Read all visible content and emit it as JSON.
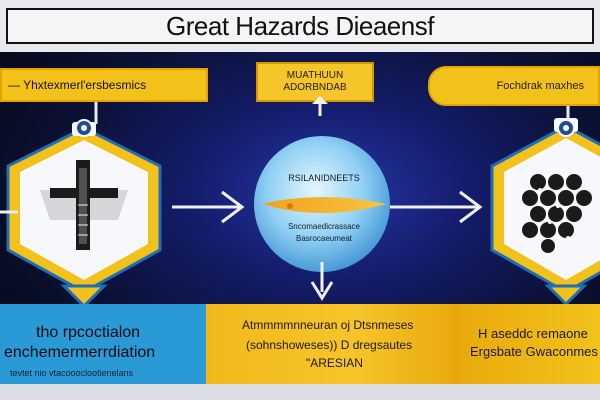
{
  "title": "Great Hazards Dieaensf",
  "top_labels": {
    "left": "— Yhxtexmerl'ersbesmics",
    "center": "MUATHUUN ADORBNDAB",
    "right": "Fochdrak maxhes"
  },
  "center_bubble": {
    "label": "RSILANIDNEETS",
    "line1": "Sncomaedicrassace",
    "line2": "Basrocaeumeat"
  },
  "icons": {
    "left_badge": "badge-icon",
    "right_badge": "badge-icon",
    "left_figure": "cross-figure-icon",
    "right_figure": "cluster-icon"
  },
  "bottom": {
    "left": {
      "line1": "tho rpcoctialon",
      "line2": "enchemermerrdiation",
      "line3": "tevtet nio vtacoooclootienelans"
    },
    "center": {
      "line1": "Atmmmmnneuran oj Dtsnmeses",
      "line2": "(sohnshoweses)) D dregsautes",
      "line3": "\"ARESIAN"
    },
    "right": {
      "line1": "H aseddc remaone",
      "line2": "Ergsbate Gwaconmes"
    }
  },
  "colors": {
    "accent_yellow": "#f2c21b",
    "accent_blue": "#2a9ad6",
    "background_dark": "#0b1230"
  }
}
